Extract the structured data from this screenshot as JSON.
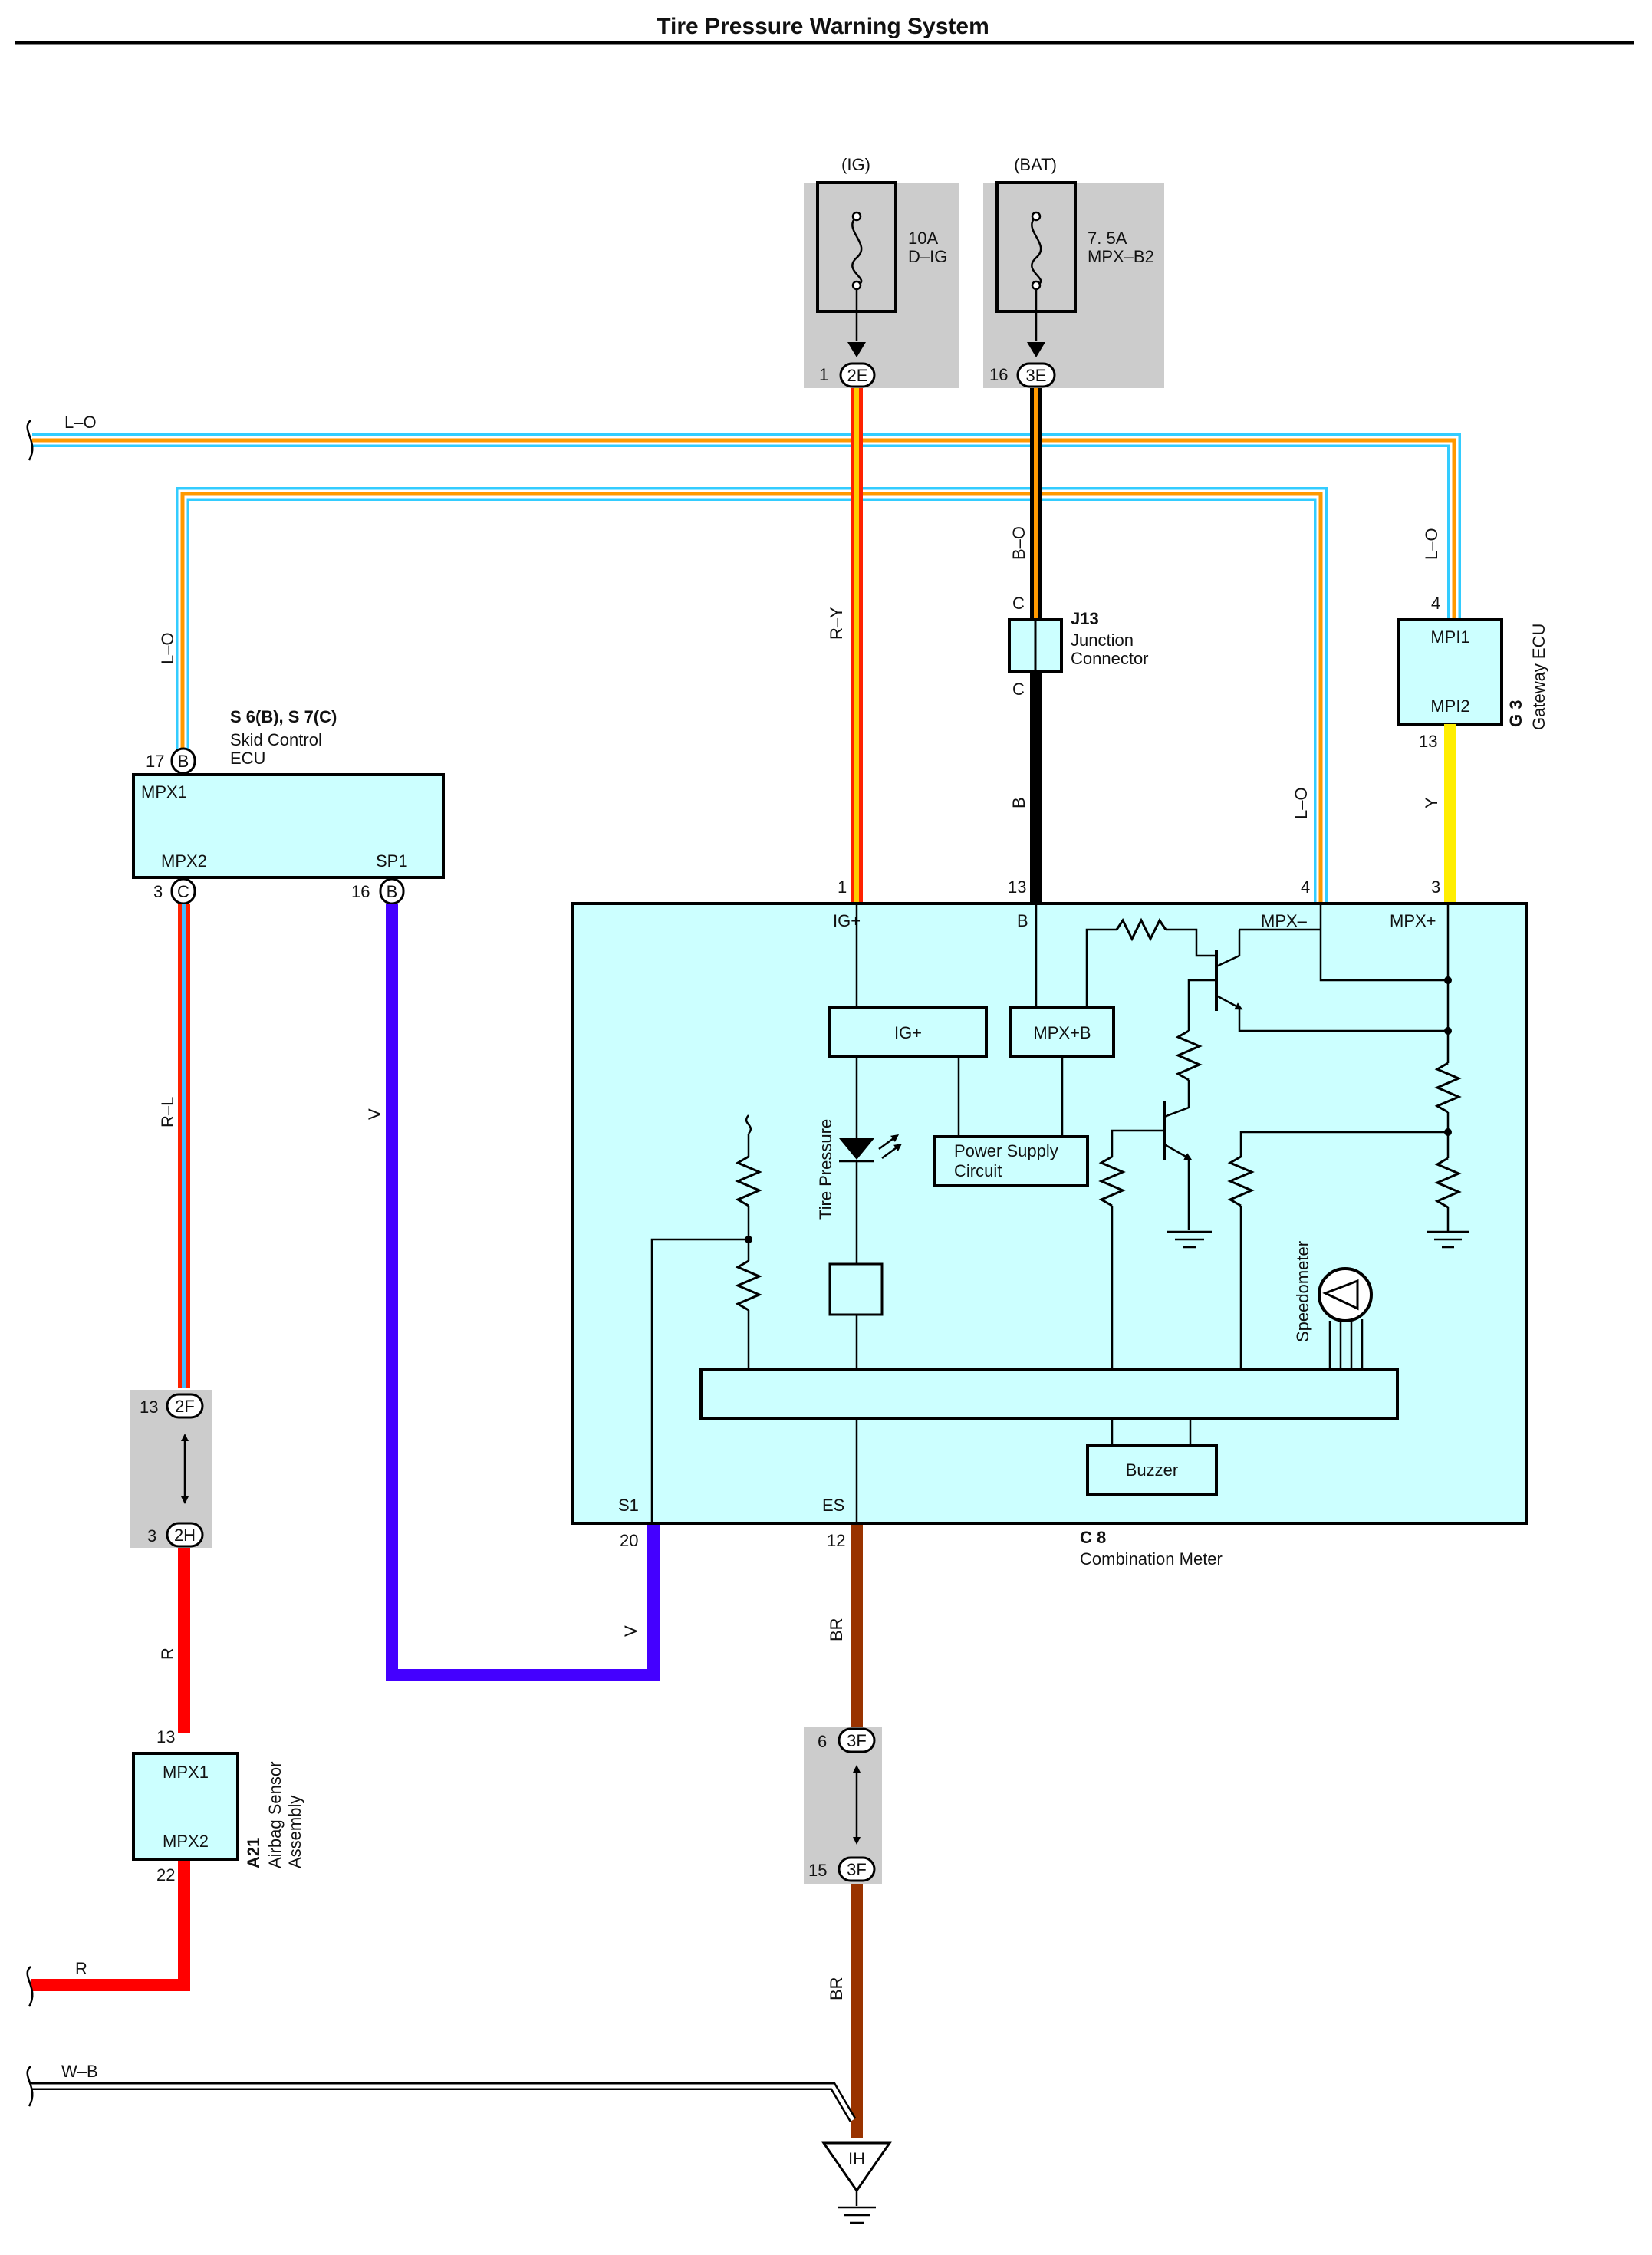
{
  "title": "Tire Pressure Warning System",
  "colors": {
    "box_fill": "#ccffff",
    "fuse_bg": "#cccccc",
    "wire_R": "#ff0000",
    "wire_V": "#4400ff",
    "wire_BR": "#993300",
    "wire_Y": "#ffee00",
    "wire_B": "#000000",
    "wire_L_O": [
      "#33ccff",
      "#ff9900"
    ],
    "wire_R_Y": [
      "#ff2200",
      "#ffcc00"
    ],
    "wire_R_L": [
      "#ff2200",
      "#44bbff"
    ]
  },
  "fuses": {
    "ig": {
      "source": "(IG)",
      "rating": "10A",
      "name": "D–IG",
      "pin": "1",
      "connector": "2E"
    },
    "bat": {
      "source": "(BAT)",
      "rating": "7. 5A",
      "name": "MPX–B2",
      "pin": "16",
      "connector": "3E"
    }
  },
  "wires": {
    "lo_top": "L–O",
    "lo_left": "L–O",
    "lo_mid": "L–O",
    "lo_right": "L–O",
    "ry": "R–Y",
    "bo": "B–O",
    "b": "B",
    "y": "Y",
    "rl": "R–L",
    "v_left": "V",
    "v_bottom": "V",
    "r_vert": "R",
    "r_bottom": "R",
    "br_top": "BR",
    "br_bottom": "BR",
    "wb": "W–B"
  },
  "j13": {
    "id": "J13",
    "name_line1": "Junction",
    "name_line2": "Connector",
    "pin_top": "C",
    "pin_bottom": "C"
  },
  "gateway": {
    "id": "G 3",
    "name": "Gateway ECU",
    "pin_top": "4",
    "pin_bottom": "13",
    "term1": "MPI1",
    "term2": "MPI2"
  },
  "skid": {
    "id": "S 6(B), S 7(C)",
    "name_line1": "Skid Control",
    "name_line2": "ECU",
    "pin_mpx1": "17",
    "conn_mpx1": "B",
    "term_mpx1": "MPX1",
    "pin_mpx2": "3",
    "conn_mpx2": "C",
    "term_mpx2": "MPX2",
    "pin_sp1": "16",
    "conn_sp1": "B",
    "term_sp1": "SP1"
  },
  "meter": {
    "id": "C 8",
    "name": "Combination Meter",
    "pin_ig": "1",
    "term_ig": "IG+",
    "pin_b": "13",
    "term_b": "B",
    "pin_mpxm": "4",
    "term_mpxm": "MPX–",
    "pin_mpxp": "3",
    "term_mpxp": "MPX+",
    "pin_s1": "20",
    "term_s1": "S1",
    "pin_es": "12",
    "term_es": "ES",
    "block_ig": "IG+",
    "block_mpxb": "MPX+B",
    "psu_line1": "Power Supply",
    "psu_line2": "Circuit",
    "tire_pressure": "Tire Pressure",
    "speedometer": "Speedometer",
    "buzzer": "Buzzer"
  },
  "connectors": {
    "c2f": {
      "pin": "13",
      "label": "2F"
    },
    "c2h": {
      "pin": "3",
      "label": "2H"
    },
    "c3f_top": {
      "pin": "6",
      "label": "3F"
    },
    "c3f_bot": {
      "pin": "15",
      "label": "3F"
    }
  },
  "airbag": {
    "id": "A21",
    "name_line1": "Airbag Sensor",
    "name_line2": "Assembly",
    "pin_top": "13",
    "pin_bottom": "22",
    "term1": "MPX1",
    "term2": "MPX2"
  },
  "ground": {
    "label": "IH"
  }
}
